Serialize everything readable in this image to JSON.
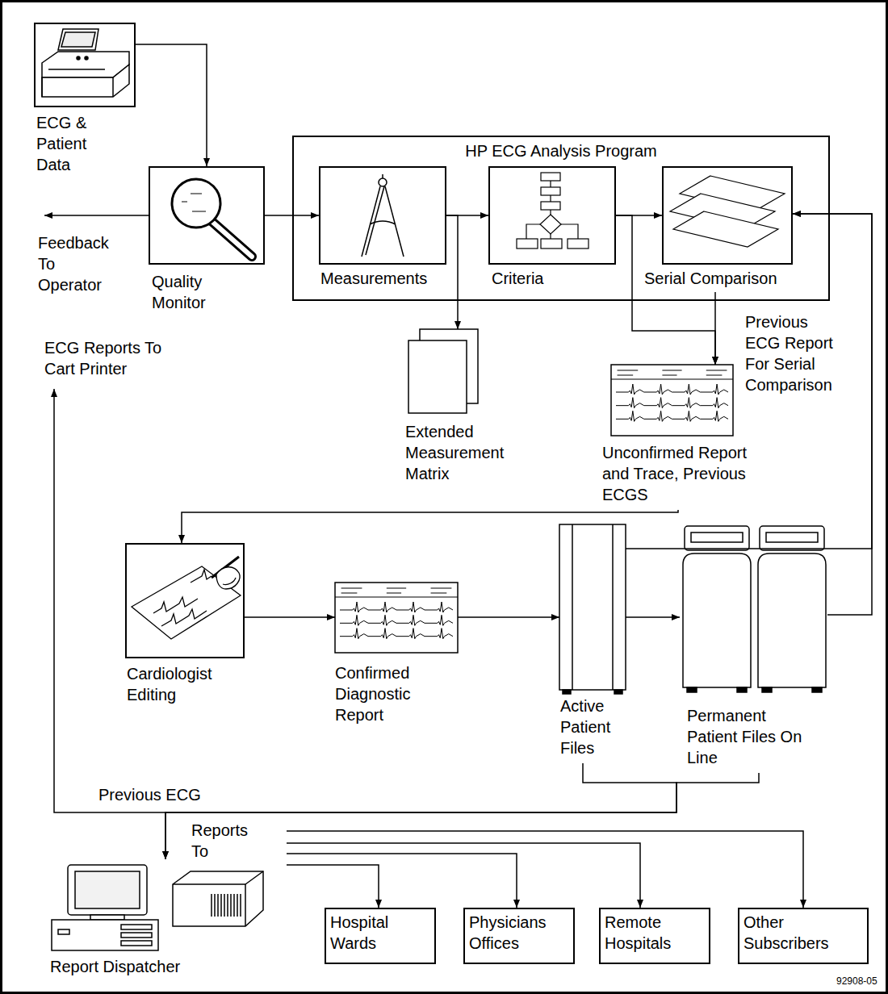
{
  "diagram": {
    "nodes": [
      {
        "text": [
          "ECG & Patient Data"
        ]
      },
      {
        "text": [
          "Quality Monitor"
        ]
      },
      {
        "text": [
          "HP ECG Analysis Program"
        ]
      },
      {
        "text": [
          "Measurements"
        ],
        "in": 2
      },
      {
        "text": [
          "Criteria"
        ],
        "in": 2
      },
      {
        "text": [
          "Serial Comparison"
        ],
        "in": 2
      },
      {
        "text": [
          "Extended Measurement Matrix"
        ]
      },
      {
        "text": [
          "Unconfirmed Report and Trace, Previous ECGS"
        ]
      },
      {
        "text": [
          "Cardiologist Editing"
        ]
      },
      {
        "text": [
          "Confirmed Diagnostic Report"
        ]
      },
      {
        "text": [
          "Active Patient Files"
        ]
      },
      {
        "text": [
          "Permanent Patient Files On Line"
        ]
      },
      {
        "text": [
          "Report Dispatcher"
        ]
      },
      {
        "text": [
          "Hospital Wards"
        ]
      },
      {
        "text": [
          "Physicians Offices"
        ]
      },
      {
        "text": [
          "Remote Hospitals"
        ]
      },
      {
        "text": [
          "Other Subscribers"
        ]
      }
    ],
    "edges": [
      {
        "from": 0,
        "to": 1,
        "arrow": "to"
      },
      {
        "from": 1,
        "to": 3,
        "arrow": "to"
      },
      {
        "from": 3,
        "to": 4,
        "arrow": "to"
      },
      {
        "from": 3,
        "to": 6,
        "arrow": "to"
      },
      {
        "from": 4,
        "to": 5,
        "arrow": "to"
      },
      {
        "from": 4,
        "to": 7,
        "arrow": "to"
      },
      {
        "from": 5,
        "to": 7,
        "arrow": "to"
      },
      {
        "from": 7,
        "to": 8,
        "arrow": "to"
      },
      {
        "from": 8,
        "to": 9,
        "arrow": "to"
      },
      {
        "from": 9,
        "to": 10,
        "arrow": "to"
      },
      {
        "from": 10,
        "to": 11,
        "arrow": "to"
      },
      {
        "from": 10,
        "to": 5,
        "arrow": "to"
      },
      {
        "from": 11,
        "to": 5,
        "arrow": "to"
      },
      {
        "from": 10,
        "to": 12,
        "arrow": "to"
      },
      {
        "from": 11,
        "to": 12,
        "arrow": "to"
      },
      {
        "from": 12,
        "to": 13,
        "arrow": "to"
      },
      {
        "from": 12,
        "to": 14,
        "arrow": "to"
      },
      {
        "from": 12,
        "to": 15,
        "arrow": "to"
      },
      {
        "from": 12,
        "to": 16,
        "arrow": "to"
      }
    ],
    "labels": [
      "Feedback To Operator",
      "ECG Reports To Cart Printer",
      "Previous ECG Report For Serial Comparison",
      "Previous ECG",
      "Reports To",
      "92908-05"
    ]
  }
}
